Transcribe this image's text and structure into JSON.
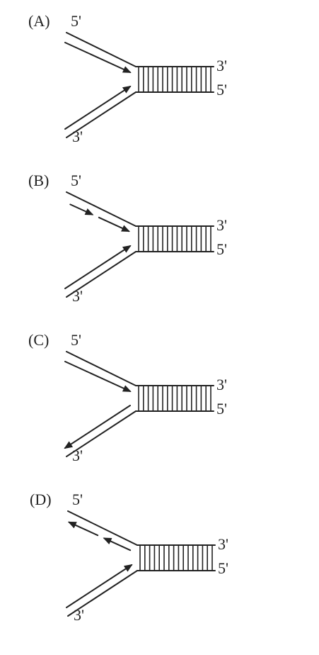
{
  "colors": {
    "ink": "#222222",
    "background": "#ffffff"
  },
  "panels": [
    {
      "label": "(A)",
      "top_left_end": "5'",
      "right_top_end": "3'",
      "right_bottom_end": "5'",
      "bottom_left_end": "3'",
      "top_strand_synthesis": "continuous-toward-fork",
      "bottom_strand_synthesis": "continuous-toward-fork"
    },
    {
      "label": "(B)",
      "top_left_end": "5'",
      "right_top_end": "3'",
      "right_bottom_end": "5'",
      "bottom_left_end": "3'",
      "top_strand_synthesis": "discontinuous-toward-fork",
      "bottom_strand_synthesis": "continuous-toward-fork"
    },
    {
      "label": "(C)",
      "top_left_end": "5'",
      "right_top_end": "3'",
      "right_bottom_end": "5'",
      "bottom_left_end": "3'",
      "top_strand_synthesis": "continuous-toward-fork",
      "bottom_strand_synthesis": "continuous-away-from-fork"
    },
    {
      "label": "(D)",
      "top_left_end": "5'",
      "right_top_end": "3'",
      "right_bottom_end": "5'",
      "bottom_left_end": "3'",
      "top_strand_synthesis": "discontinuous-away-from-fork",
      "bottom_strand_synthesis": "continuous-toward-fork"
    }
  ]
}
